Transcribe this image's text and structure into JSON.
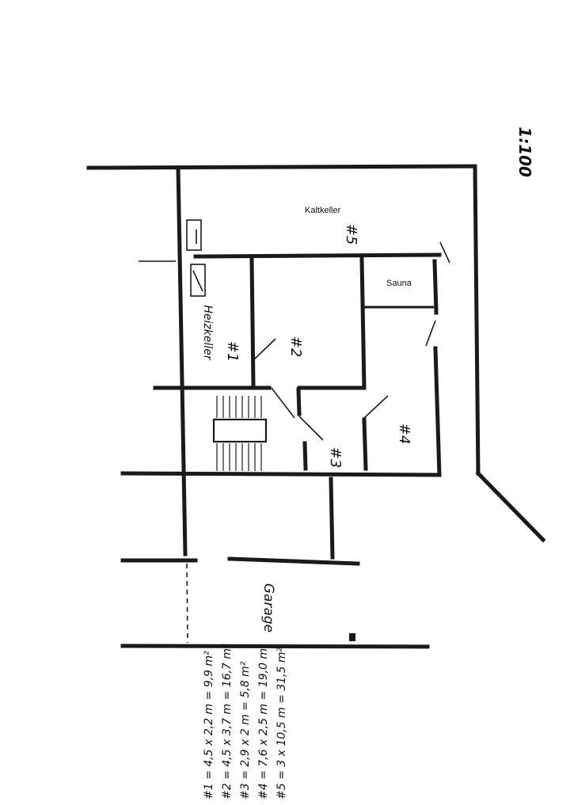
{
  "scale_label": "1:100",
  "rooms": {
    "kaltkeller": "Kaltkeller",
    "sauna": "Sauna",
    "heizkeller": "Heizkeller",
    "garage": "Garage",
    "r1": "#1",
    "r2": "#2",
    "r3": "#3",
    "r4": "#4",
    "r5": "#5"
  },
  "area_list": [
    "#1 = 4,5 x 2,2 m = 9,9 m²",
    "#2 = 4,5 x 3,7 m = 16,7 m²",
    "#3 = 2,9 x 2 m = 5,8 m²",
    "#4 = 7,6 x 2,5 m = 19,0 m²",
    "#5 = 3 x 10,5 m = 31,5 m²"
  ]
}
